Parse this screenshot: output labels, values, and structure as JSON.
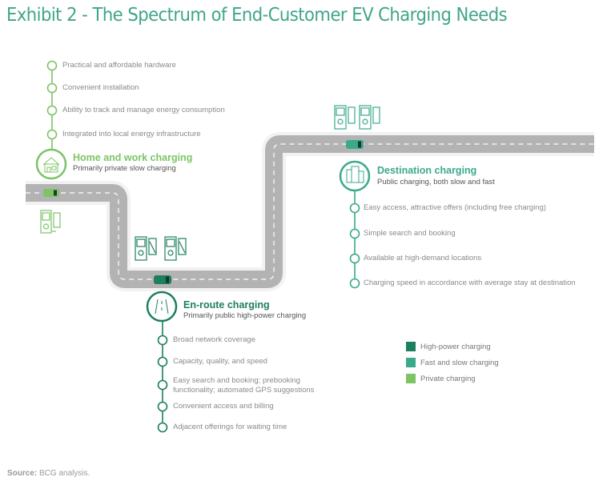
{
  "title": "Exhibit 2 - The Spectrum of End-Customer EV Charging Needs",
  "colors": {
    "high_power": "#1e7f5c",
    "fast_slow": "#3aa98c",
    "private": "#7cc464",
    "road": "#b3b3b3",
    "text": "#8a8a8a"
  },
  "home": {
    "heading": "Home and work charging",
    "subheading": "Primarily private slow charging",
    "icon": "house-icon",
    "needs": [
      "Practical and affordable hardware",
      "Convenient installation",
      "Ability to track and manage energy consumption",
      "Integrated into local energy infrastructure"
    ]
  },
  "destination": {
    "heading": "Destination charging",
    "subheading": "Public charging, both slow and fast",
    "icon": "buildings-icon",
    "needs": [
      "Easy access, attractive offers (including free charging)",
      "Simple search and booking",
      "Available at high-demand locations",
      "Charging speed in accordance with average stay at destination"
    ]
  },
  "enroute": {
    "heading": "En-route charging",
    "subheading": "Primarily public high-power charging",
    "icon": "highway-icon",
    "needs": [
      "Broad network coverage",
      "Capacity, quality, and speed",
      "Easy search and booking; prebooking",
      "functionality; automated GPS suggestions",
      "Convenient access and billing",
      "Adjacent offerings for waiting time"
    ]
  },
  "legend": [
    {
      "label": "High-power charging",
      "color": "#1e7f5c"
    },
    {
      "label": "Fast and slow charging",
      "color": "#3aa98c"
    },
    {
      "label": "Private charging",
      "color": "#7cc464"
    }
  ],
  "source": {
    "label": "Source:",
    "text": "BCG analysis."
  }
}
